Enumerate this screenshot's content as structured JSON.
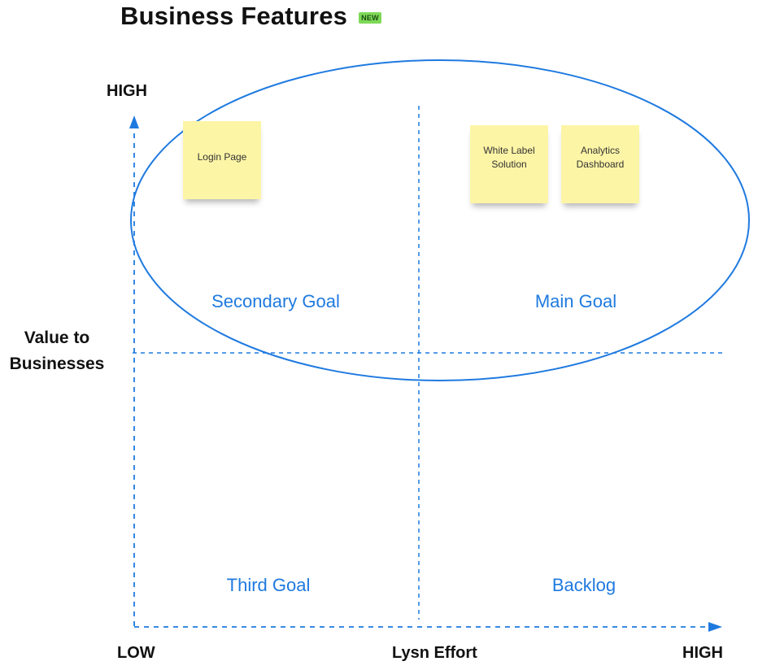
{
  "header": {
    "title": "Business Features",
    "badge": "NEW"
  },
  "axes": {
    "y_high": "HIGH",
    "y_title": "Value to Businesses",
    "x_low": "LOW",
    "x_title": "Lysn Effort",
    "x_high": "HIGH"
  },
  "quadrants": {
    "top_left": "Secondary Goal",
    "top_right": "Main Goal",
    "bottom_left": "Third Goal",
    "bottom_right": "Backlog"
  },
  "notes": [
    {
      "text": "Login Page"
    },
    {
      "text": "White Label Solution"
    },
    {
      "text": "Analytics Dashboard"
    }
  ],
  "colors": {
    "accent_blue": "#1f7ae0",
    "sticky_yellow": "#fdf5a6",
    "badge_green": "#7ed957"
  }
}
